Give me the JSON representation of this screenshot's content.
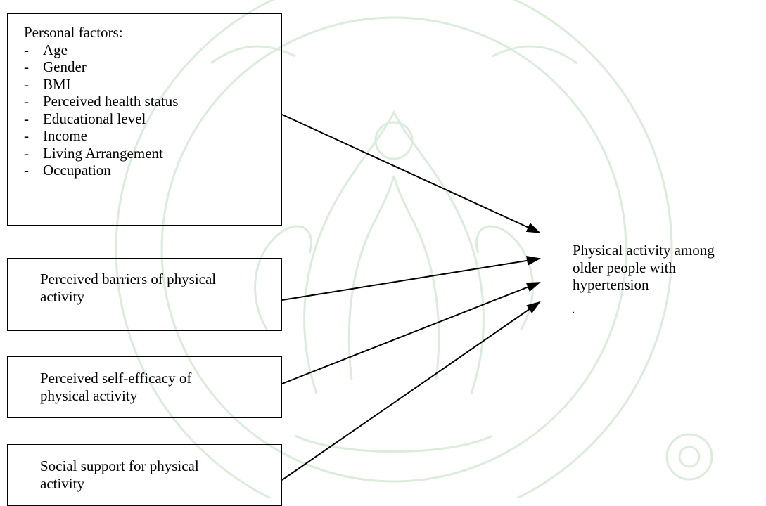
{
  "diagram": {
    "personal_factors": {
      "title": "Personal factors:",
      "bullet": "-",
      "items": [
        "Age",
        "Gender",
        "BMI",
        "Perceived health status",
        "Educational level",
        "Income",
        "Living Arrangement",
        "Occupation"
      ]
    },
    "barriers": "Perceived barriers of physical\nactivity",
    "self_efficacy": "Perceived self-efficacy of\nphysical activity",
    "social_support": "Social support for physical\nactivity",
    "outcome": {
      "label": "Physical activity among\nolder people with\nhypertension",
      "mark": "."
    }
  },
  "colors": {
    "line": "#000000",
    "watermark": "#d9ead9"
  }
}
